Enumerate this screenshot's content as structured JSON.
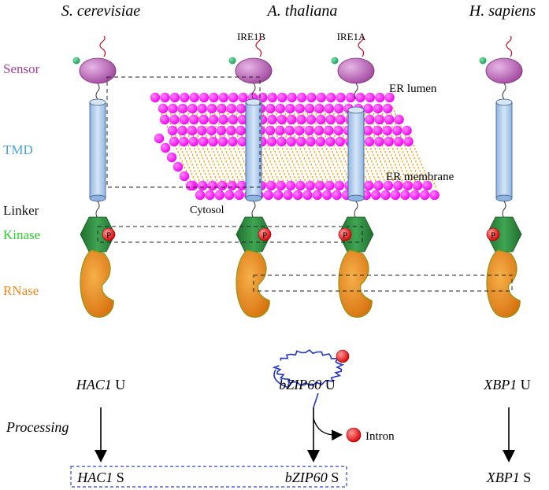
{
  "species": {
    "yeast": "S. cerevisiae",
    "plant": "A. thaliana",
    "human": "H. sapiens"
  },
  "domains": {
    "sensor": "Sensor",
    "tmd": "TMD",
    "linker": "Linker",
    "kinase": "Kinase",
    "rnase": "RNase"
  },
  "proteins": {
    "ire1b": "IRE1B",
    "ire1a": "IRE1A"
  },
  "membrane_labels": {
    "lumen": "ER lumen",
    "membrane": "ER membrane",
    "cytosol": "Cytosol"
  },
  "phospho_label": "P",
  "processing_label": "Processing",
  "intron_label": "Intron",
  "transcripts": {
    "yeast_gene": "HAC1",
    "plant_gene": "bZIP60",
    "human_gene": "XBP1",
    "unspliced": "U",
    "spliced": "S"
  },
  "colors": {
    "sensor_label": "#a0409b",
    "tmd_label": "#4aa3d8",
    "linker_label": "#111111",
    "kinase_label": "#2ecc2e",
    "rnase_label": "#f0891a",
    "sensor_fill": "#b25ab0",
    "tmd_fill": "#a9c8ea",
    "kinase_fill": "#2e8b3d",
    "rnase_fill": "#e8861b",
    "lipid_head": "#ff22ff",
    "lipid_tail": "#f5a623",
    "phospho": "#e11",
    "rna": "#2233cc",
    "box_dash": "#3344cc"
  }
}
